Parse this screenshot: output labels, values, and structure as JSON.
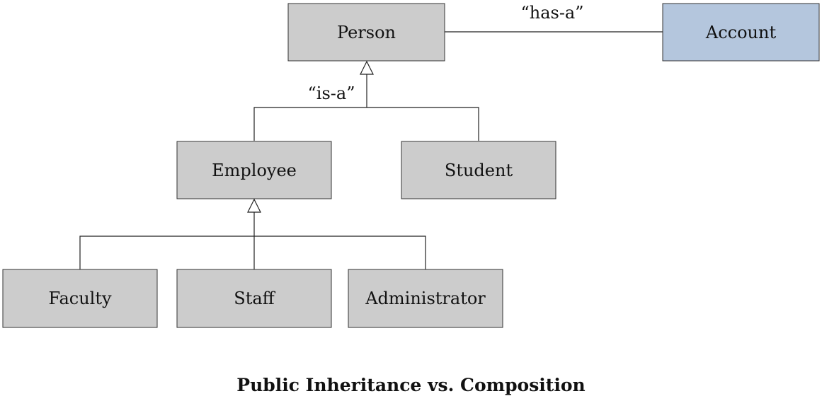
{
  "colors": {
    "class_fill": "#cccccc",
    "highlight_fill": "#b4c6dd",
    "border": "#333333",
    "line": "#222222"
  },
  "classes": {
    "person": "Person",
    "account": "Account",
    "employee": "Employee",
    "student": "Student",
    "faculty": "Faculty",
    "staff": "Staff",
    "administrator": "Administrator"
  },
  "relations": {
    "has_a": "“has-a”",
    "is_a": "“is-a”"
  },
  "caption": "Public Inheritance vs. Composition"
}
